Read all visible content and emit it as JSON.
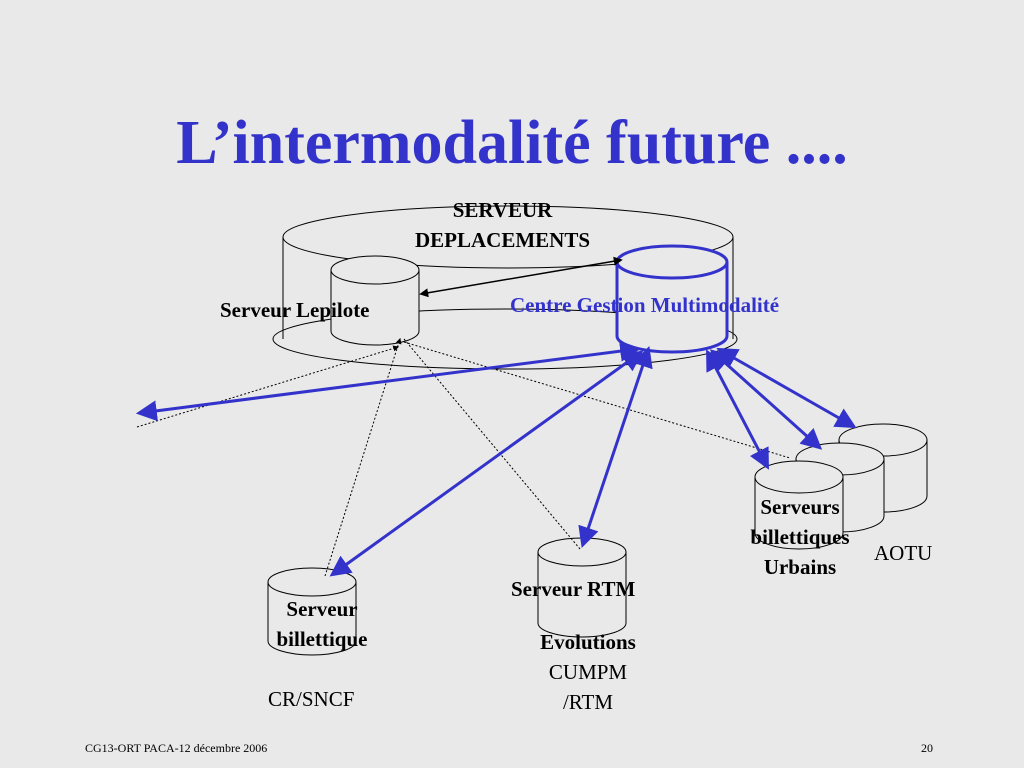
{
  "slide": {
    "title": "L’intermodalité future ....",
    "labels": {
      "serveur_deplacements_line1": "SERVEUR",
      "serveur_deplacements_line2": "DEPLACEMENTS",
      "serveur_lepilote": "Serveur Lepilote",
      "centre_gestion": "Centre Gestion Multimodalité",
      "serveurs_billettiques_line1": "Serveurs",
      "serveurs_billettiques_line2": "billettiques",
      "serveurs_billettiques_line3": "Urbains",
      "aotu": "AOTU",
      "serveur_rtm": "Serveur RTM",
      "evolutions": "Evolutions",
      "cumpm": "CUMPM",
      "rtm": "/RTM",
      "serveur_billettique_line1": "Serveur",
      "serveur_billettique_line2": "billettique",
      "cr_sncf": "CR/SNCF"
    },
    "colors": {
      "accent": "#3333cc",
      "background": "#e9e9e9"
    }
  },
  "footer": {
    "left": "CG13-ORT PACA-12 décembre 2006",
    "page_number": "20"
  }
}
